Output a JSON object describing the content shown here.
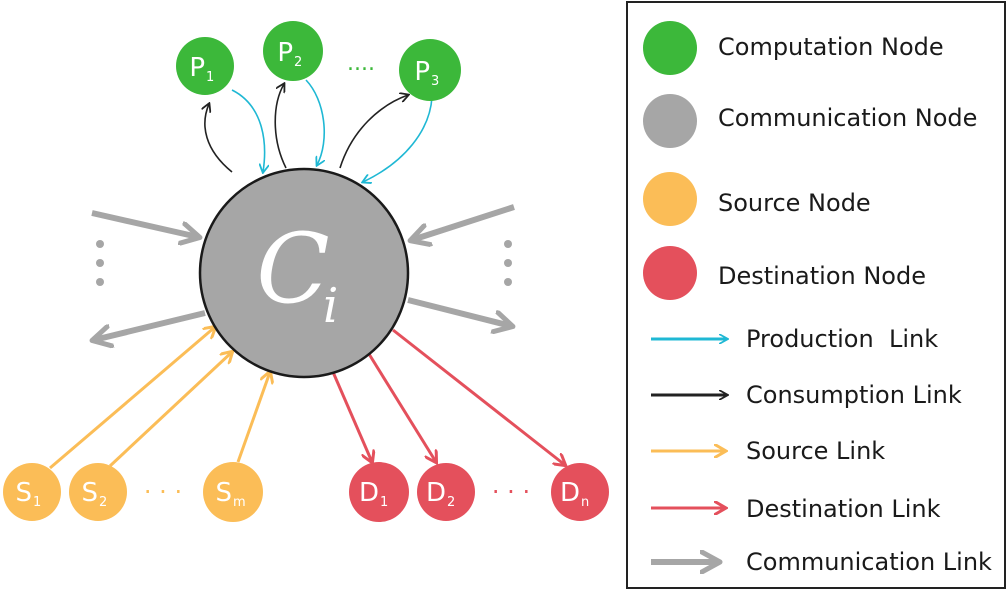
{
  "center": {
    "letter": "C",
    "subscript": "i"
  },
  "processors": [
    {
      "letter": "P",
      "subscript": "1"
    },
    {
      "letter": "P",
      "subscript": "2"
    },
    {
      "letter": "P",
      "subscript": "3"
    }
  ],
  "sources": [
    {
      "letter": "S",
      "subscript": "1"
    },
    {
      "letter": "S",
      "subscript": "2"
    },
    {
      "letter": "S",
      "subscript": "m"
    }
  ],
  "destinations": [
    {
      "letter": "D",
      "subscript": "1"
    },
    {
      "letter": "D",
      "subscript": "2"
    },
    {
      "letter": "D",
      "subscript": "n"
    }
  ],
  "ellipsis": {
    "top": "....",
    "bottom_source": "· · ·",
    "bottom_dest": "· · ·"
  },
  "legend": {
    "computation": "Computation Node",
    "communication": "Communication Node",
    "source": "Source Node",
    "destination": "Destination Node",
    "production_link": "Production  Link",
    "consumption_link": "Consumption Link",
    "source_link": "Source Link",
    "destination_link": "Destination Link",
    "communication_link": "Communication Link"
  },
  "colors": {
    "computation": "#3cb83a",
    "communication": "#a6a6a6",
    "source": "#fbbd57",
    "destination": "#e4505c",
    "production_link": "#1fb8d4",
    "consumption_link": "#222222",
    "communication_link": "#a6a6a6"
  }
}
